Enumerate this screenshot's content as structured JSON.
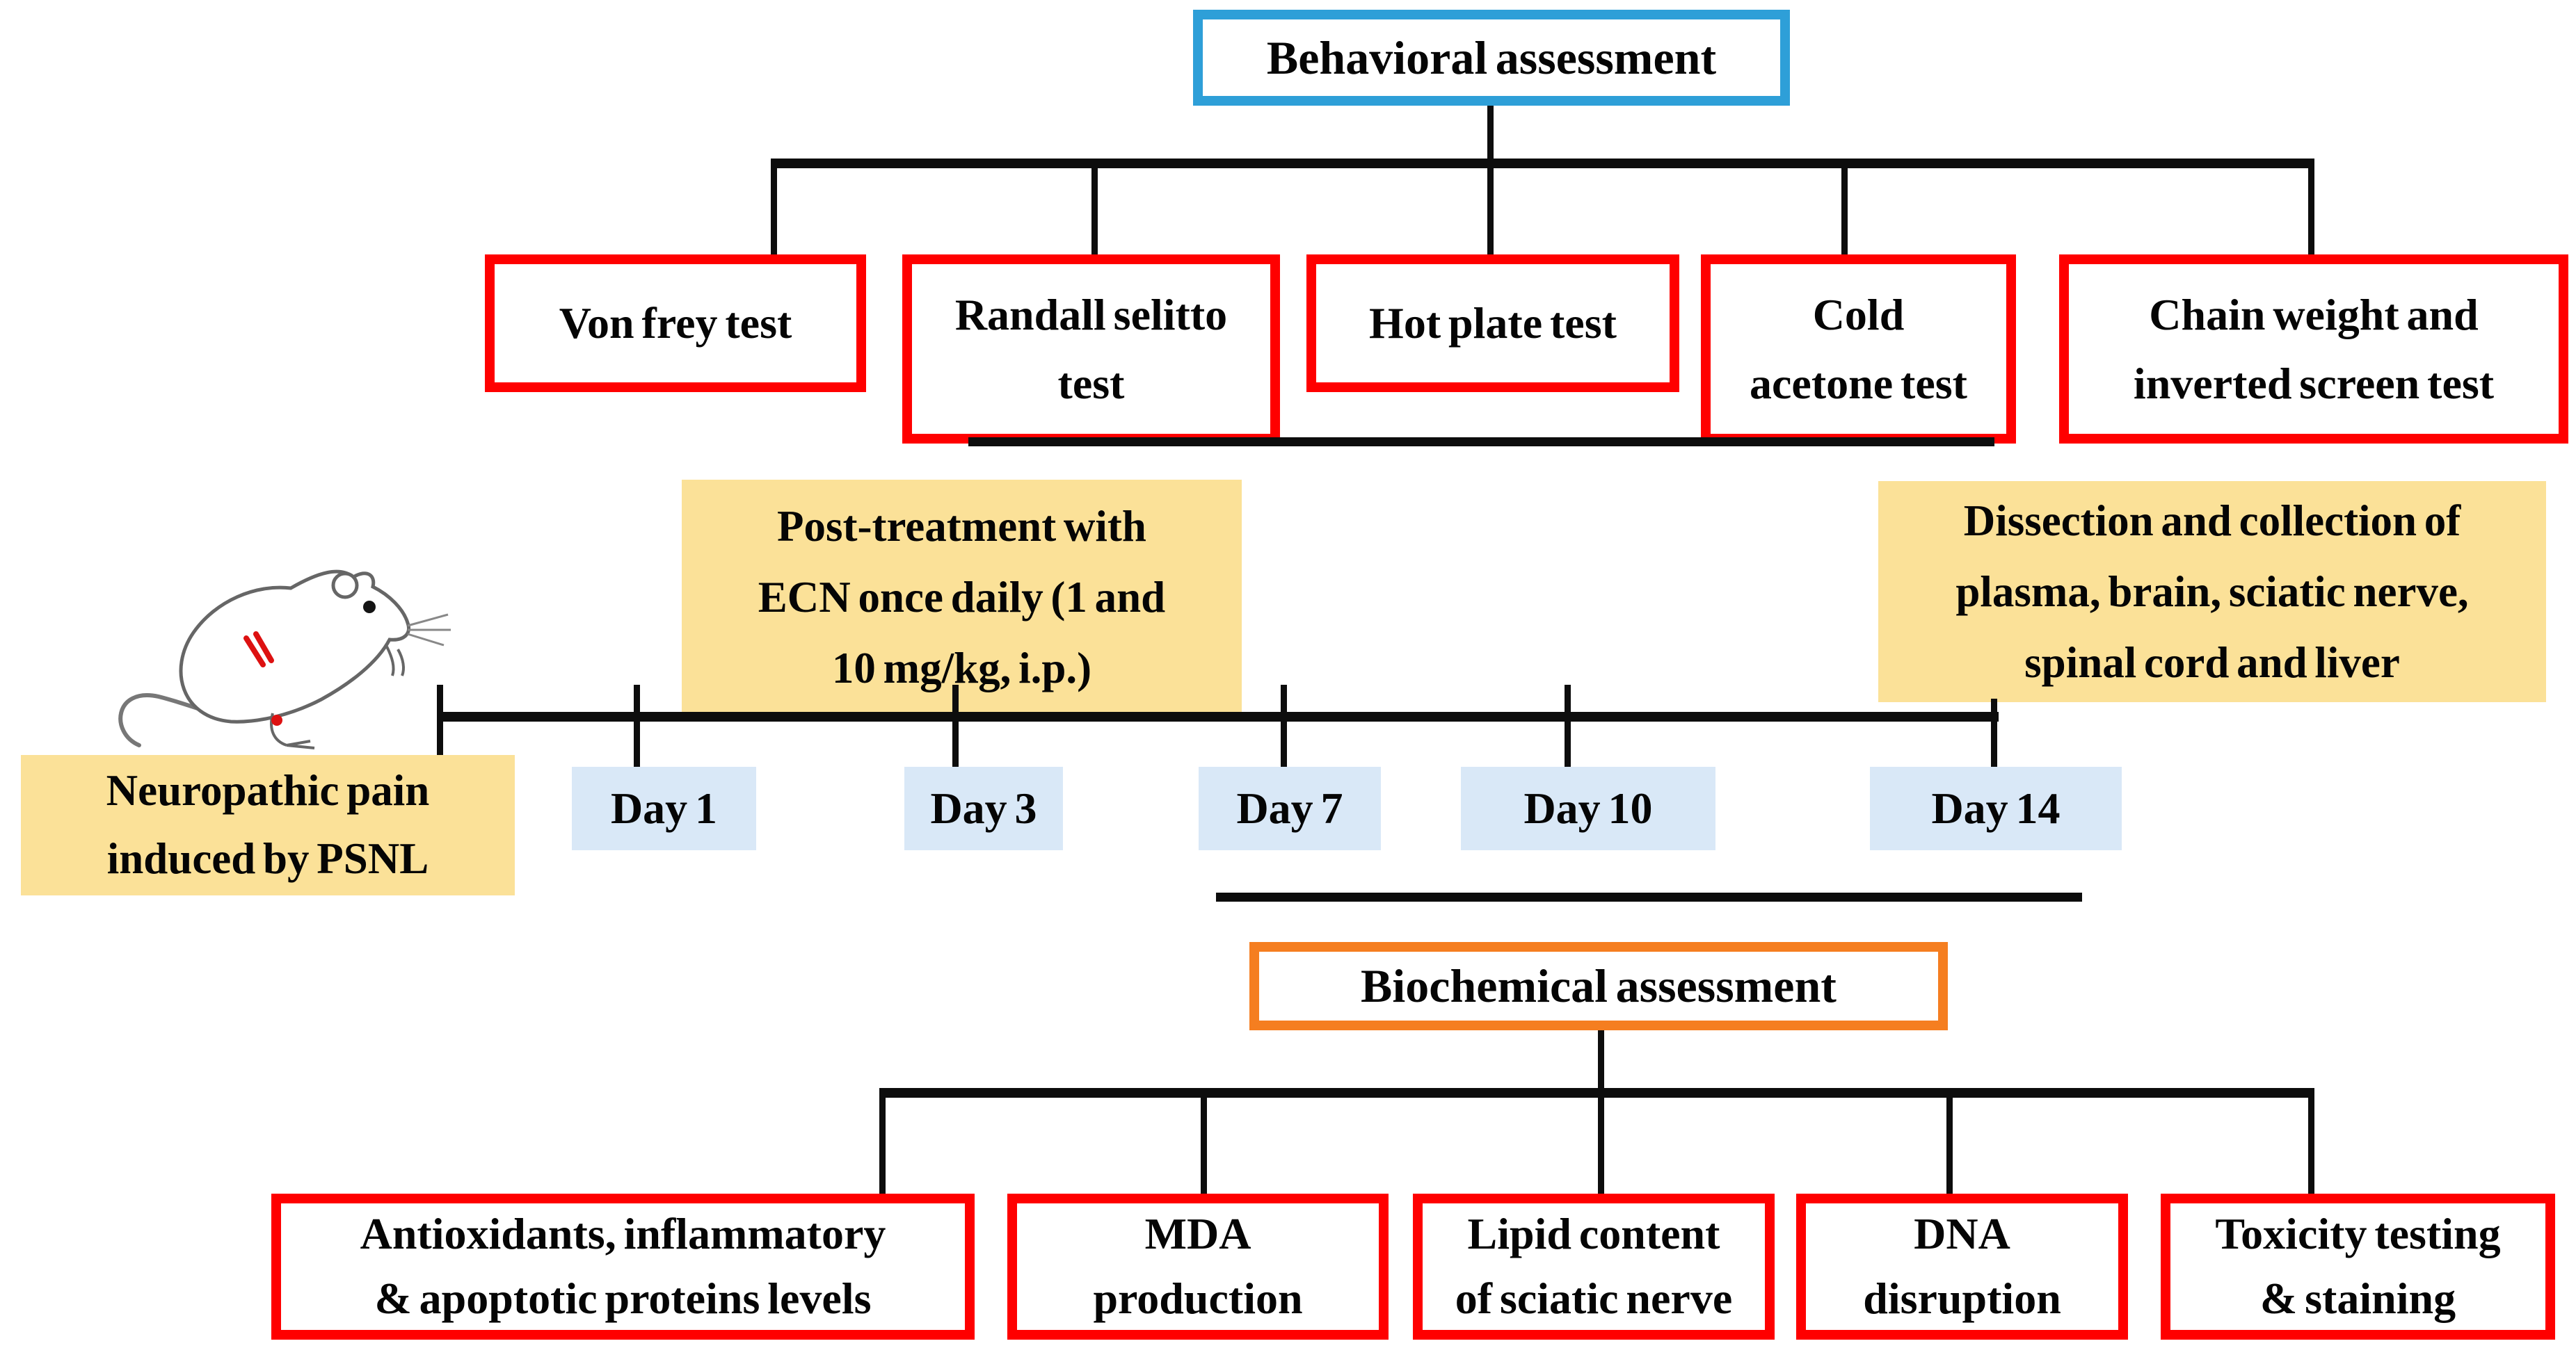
{
  "behavioral": {
    "title": "Behavioral assessment",
    "tests": [
      "Von frey test",
      "Randall selitto\ntest",
      "Hot plate test",
      "Cold\nacetone test",
      "Chain weight and\ninverted screen test"
    ]
  },
  "timeline": {
    "induction_label": "Neuropathic pain\ninduced by PSNL",
    "treatment_label": "Post-treatment with\nECN once daily (1 and\n10 mg/kg, i.p.)",
    "dissection_label": "Dissection and collection of\nplasma, brain, sciatic nerve,\nspinal cord and liver",
    "days": [
      "Day 1",
      "Day 3",
      "Day 7",
      "Day 10",
      "Day 14"
    ]
  },
  "biochemical": {
    "title": "Biochemical assessment",
    "tests": [
      "Antioxidants, inflammatory\n& apoptotic proteins levels",
      "MDA\nproduction",
      "Lipid content\nof sciatic nerve",
      "DNA\ndisruption",
      "Toxicity testing\n& staining"
    ]
  },
  "icons": [
    {
      "name": "rat-illustration",
      "meaning": "rat with PSNL surgery marks"
    }
  ],
  "colors": {
    "red_border": "#FF0000",
    "blue_border": "#2E9FD8",
    "orange_border": "#F57E20",
    "yellow_fill": "#FBE198",
    "day_fill": "#D9E8F7",
    "line": "#0D0D0D"
  }
}
